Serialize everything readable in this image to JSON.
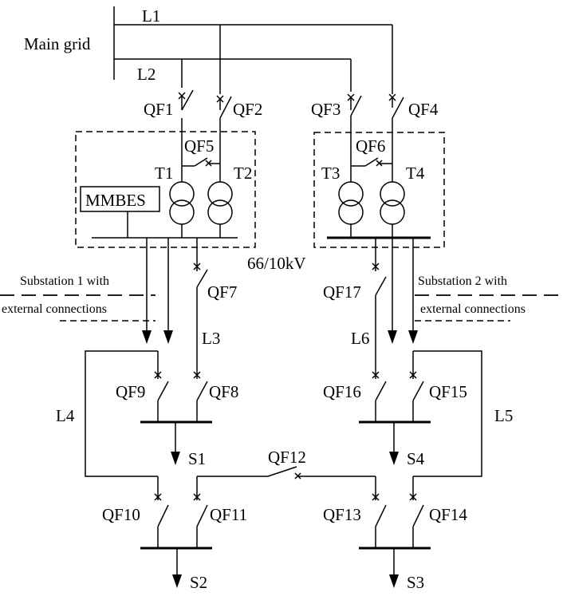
{
  "labels": {
    "main_grid": "Main grid",
    "L1": "L1",
    "L2": "L2",
    "L3": "L3",
    "L4": "L4",
    "L5": "L5",
    "L6": "L6",
    "QF1": "QF1",
    "QF2": "QF2",
    "QF3": "QF3",
    "QF4": "QF4",
    "QF5": "QF5",
    "QF6": "QF6",
    "QF7": "QF7",
    "QF8": "QF8",
    "QF9": "QF9",
    "QF10": "QF10",
    "QF11": "QF11",
    "QF12": "QF12",
    "QF13": "QF13",
    "QF14": "QF14",
    "QF15": "QF15",
    "QF16": "QF16",
    "QF17": "QF17",
    "T1": "T1",
    "T2": "T2",
    "T3": "T3",
    "T4": "T4",
    "mmbes": "MMBES",
    "voltage": "66/10kV",
    "sub1_line1": "Substation 1 with",
    "sub1_line2": "external connections",
    "sub2_line1": "Substation 2 with",
    "sub2_line2": "external connections",
    "S1": "S1",
    "S2": "S2",
    "S3": "S3",
    "S4": "S4"
  }
}
